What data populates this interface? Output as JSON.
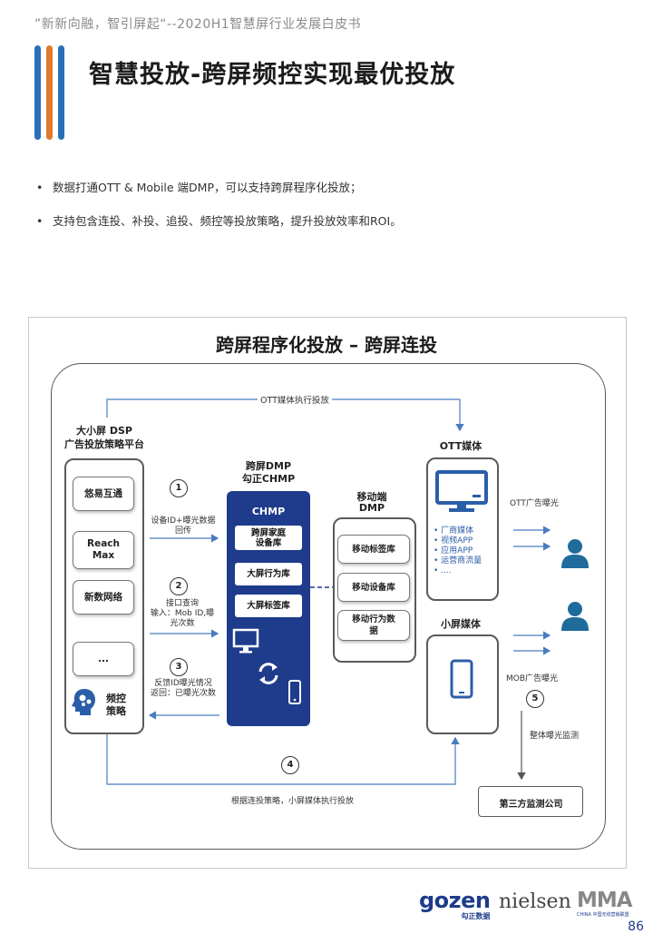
{
  "header": {
    "subtitle": "”新新向融，智引屏起“--2020H1智慧屏行业发展白皮书",
    "title": "智慧投放-跨屏频控实现最优投放",
    "bar_colors": [
      "#2a6fb8",
      "#e07a2c",
      "#2a6fb8"
    ]
  },
  "bullets": [
    "数据打通OTT & Mobile 端DMP，可以支持跨屏程序化投放；",
    "支持包含连投、补投、追投、频控等投放策略，提升投放效率和ROI。"
  ],
  "diagram": {
    "title": "跨屏程序化投放 – 跨屏连投",
    "top_flow_label": "OTT媒体执行投放",
    "dsp": {
      "title_line1": "大小屏 DSP",
      "title_line2": "广告投放策略平台",
      "items": [
        "悠易互通",
        "Reach\nMax",
        "新数网络",
        "..."
      ],
      "freq_label": "频控\n策略"
    },
    "steps": [
      {
        "num": "1",
        "text": "设备ID+曝光数据\n回传"
      },
      {
        "num": "2",
        "text": "接口查询\n输入：Mob ID,曝\n光次数"
      },
      {
        "num": "3",
        "text": "反馈ID曝光情况\n返回：已曝光次数"
      },
      {
        "num": "4",
        "text": "根据连投策略，小屏媒体执行投放"
      },
      {
        "num": "5",
        "text": "整体曝光监测"
      }
    ],
    "chmp": {
      "title_line1": "跨屏DMP",
      "title_line2": "勾正CHMP",
      "header": "CHMP",
      "items": [
        "跨屏家庭\n设备库",
        "大屏行为库",
        "大屏标签库"
      ]
    },
    "mobile_dmp": {
      "title_line1": "移动端",
      "title_line2": "DMP",
      "items": [
        "移动标签库",
        "移动设备库",
        "移动行为数\n据"
      ]
    },
    "ott": {
      "title": "OTT媒体",
      "list": [
        "厂商媒体",
        "视频APP",
        "应用APP",
        "运营商流量",
        "...."
      ],
      "exposure_label": "OTT广告曝光"
    },
    "small_screen": {
      "title": "小屏媒体",
      "exposure_label": "MOB广告曝光"
    },
    "third_party": "第三方监测公司"
  },
  "footer": {
    "logo_gozen": "gozen",
    "logo_gozen_sub": "勾正数据",
    "logo_nielsen": "nielsen",
    "logo_mma": "MMA",
    "logo_mma_sub": "CHINA 中国无线营销联盟",
    "page_number": "86"
  },
  "colors": {
    "dark_blue": "#1e3b8c",
    "icon_blue": "#2b5ea8",
    "arrow_blue": "#4a7cc0",
    "person_blue": "#1f6c9c"
  }
}
